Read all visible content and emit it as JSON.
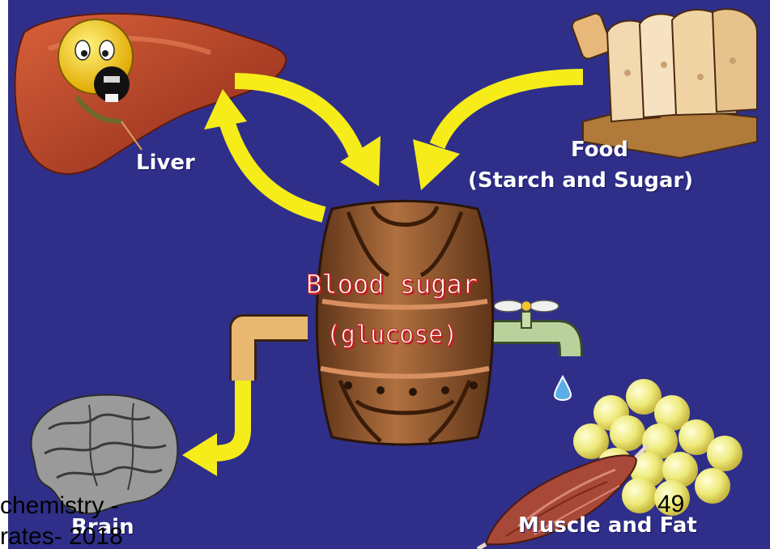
{
  "labels": {
    "liver": "Liver",
    "food_line1": "Food",
    "food_line2": "(Starch and Sugar)",
    "barrel_line1": "Blood sugar",
    "barrel_line2": "(glucose)",
    "brain": "Brain",
    "muscle_fat": "Muscle and Fat"
  },
  "footer": {
    "line1": "chemistry -",
    "line2": "rates- 2018",
    "page_number": "49"
  },
  "colors": {
    "background": "#2f2f8a",
    "arrow": "#f5ec1a",
    "barrel": "#8a5330",
    "pipe_left": "#e8b870",
    "tap_right": "#b9d29b",
    "fat": "#f0ee8a",
    "water_drop": "#5aaee8"
  },
  "icons": [
    "liver-icon",
    "smiley-icon",
    "bread-icon",
    "barrel-icon",
    "pipe-icon",
    "faucet-icon",
    "water-drop-icon",
    "brain-icon",
    "fat-globules-icon",
    "muscle-icon"
  ]
}
